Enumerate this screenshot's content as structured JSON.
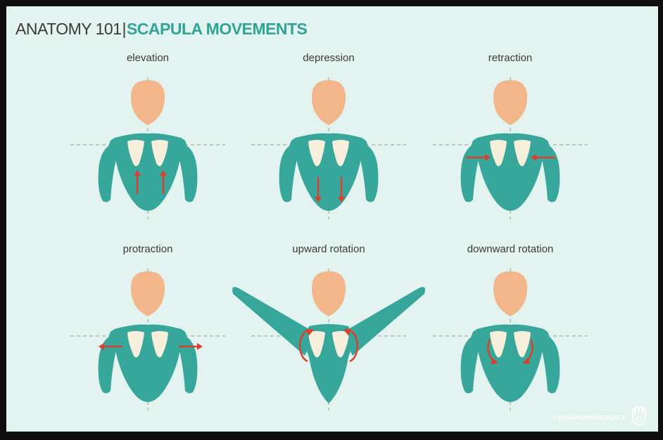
{
  "header": {
    "title_prefix": "ANATOMY 101",
    "separator": "|",
    "title_main": "SCAPULA MOVEMENTS"
  },
  "movements": [
    {
      "label": "elevation",
      "arrow": "up"
    },
    {
      "label": "depression",
      "arrow": "down"
    },
    {
      "label": "retraction",
      "arrow": "inward"
    },
    {
      "label": "protraction",
      "arrow": "outward"
    },
    {
      "label": "upward rotation",
      "arrow": "rotate-up"
    },
    {
      "label": "downward rotation",
      "arrow": "rotate-down"
    }
  ],
  "footer": {
    "credit": "©YOGARU|PAUSE|0133_D"
  },
  "colors": {
    "background": "#e3f3ef",
    "body": "#36a79a",
    "head": "#f2b68a",
    "scapula": "#f5efdc",
    "arrow": "#d9412f",
    "title_accent": "#2fa596",
    "guide_line": "#9a9a9a"
  }
}
